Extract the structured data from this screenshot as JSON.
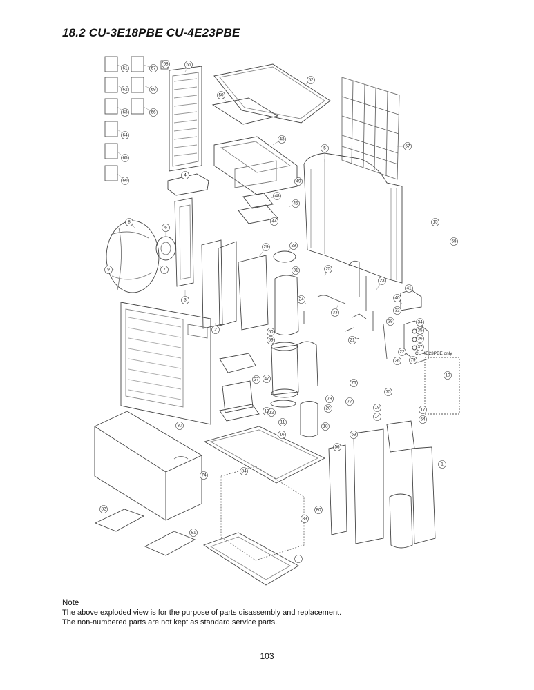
{
  "page": {
    "title": "18.2  CU-3E18PBE  CU-4E23PBE",
    "note_title": "Note",
    "note_line1": "The above exploded view is for the purpose of parts disassembly and replacement.",
    "note_line2": "The non-numbered parts are not kept as standard service parts.",
    "page_number": "103"
  },
  "diagram": {
    "variant_note": "CU-4E23PBE only",
    "callouts": [
      "61",
      "67",
      "68",
      "62",
      "69",
      "63",
      "66",
      "64",
      "65",
      "60",
      "55",
      "52",
      "50",
      "43",
      "5",
      "57",
      "49",
      "48",
      "45",
      "44",
      "4",
      "15",
      "8",
      "6",
      "28",
      "29",
      "58",
      "9",
      "7",
      "25",
      "31",
      "23",
      "41",
      "40",
      "32",
      "24",
      "3",
      "33",
      "2",
      "21",
      "38",
      "34",
      "35",
      "36",
      "37",
      "22",
      "60",
      "59",
      "26",
      "79",
      "10",
      "47",
      "27",
      "75",
      "76",
      "77",
      "78",
      "20",
      "19",
      "14",
      "13",
      "12",
      "11",
      "16",
      "18",
      "17",
      "54",
      "30",
      "56",
      "53",
      "1",
      "84",
      "74",
      "80",
      "83",
      "82",
      "81"
    ]
  }
}
